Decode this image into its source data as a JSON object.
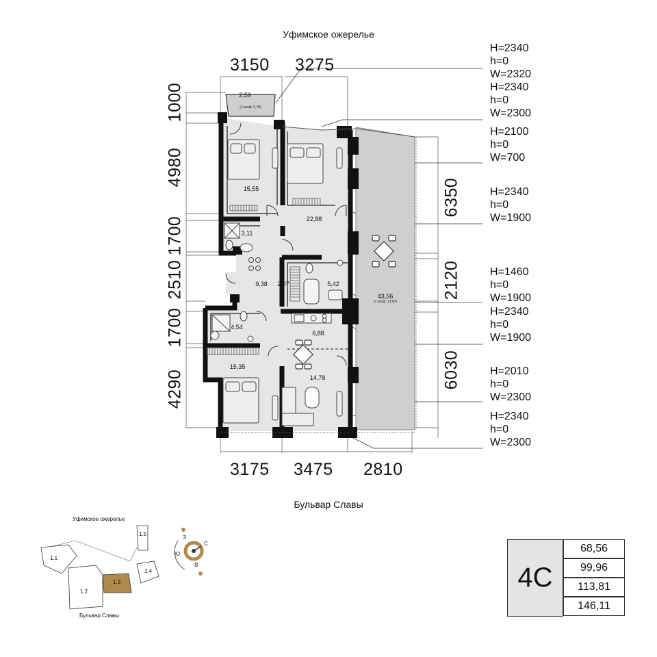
{
  "streets": {
    "top": "Уфимское ожерелье",
    "bottom": "Бульвар Славы"
  },
  "dims_top": [
    "3150",
    "3275"
  ],
  "dims_bottom": [
    "3175",
    "3475",
    "2810"
  ],
  "dims_left": [
    "1000",
    "4980",
    "1700",
    "2510",
    "1700",
    "4290"
  ],
  "dims_right": [
    "6350",
    "2120",
    "6030"
  ],
  "windows": [
    "H=2340\nh=0\nW=2320",
    "H=2340\nh=0\nW=2300",
    "H=2100\nh=0\nW=700",
    "H=2340\nh=0\nW=1900",
    "H=1460\nh=0\nW=1900",
    "H=2340\nh=0\nW=1900",
    "H=2010\nh=0\nW=2300",
    "H=2340\nh=0\nW=2300"
  ],
  "rooms": {
    "balcony": "2,59",
    "balcony_note": "(с коэф. 0,78)",
    "bedroom1": "15,55",
    "bedroom2": "22,88",
    "bath1": "3,11",
    "hall": "9,38",
    "closet": "2,07",
    "bath2": "5,42",
    "terrace": "43,56",
    "terrace_note": "(с коэф. 13,07)",
    "bath3": "4,54",
    "kitchen": "6,88",
    "bedroom3": "15,35",
    "living": "14,78"
  },
  "minimap": {
    "street_top": "Уфимское ожерелье",
    "street_bottom": "Бульвар Славы",
    "buildings": [
      "1.1",
      "1.2",
      "1.3",
      "1.4",
      "1.5"
    ],
    "highlight": "1.3",
    "compass": {
      "n": "С",
      "s": "Ю",
      "w": "З",
      "e": "В"
    },
    "accent": "#b08a4a"
  },
  "card": {
    "type": "4С",
    "areas": [
      "68,56",
      "99,96",
      "113,81",
      "146,11"
    ]
  }
}
